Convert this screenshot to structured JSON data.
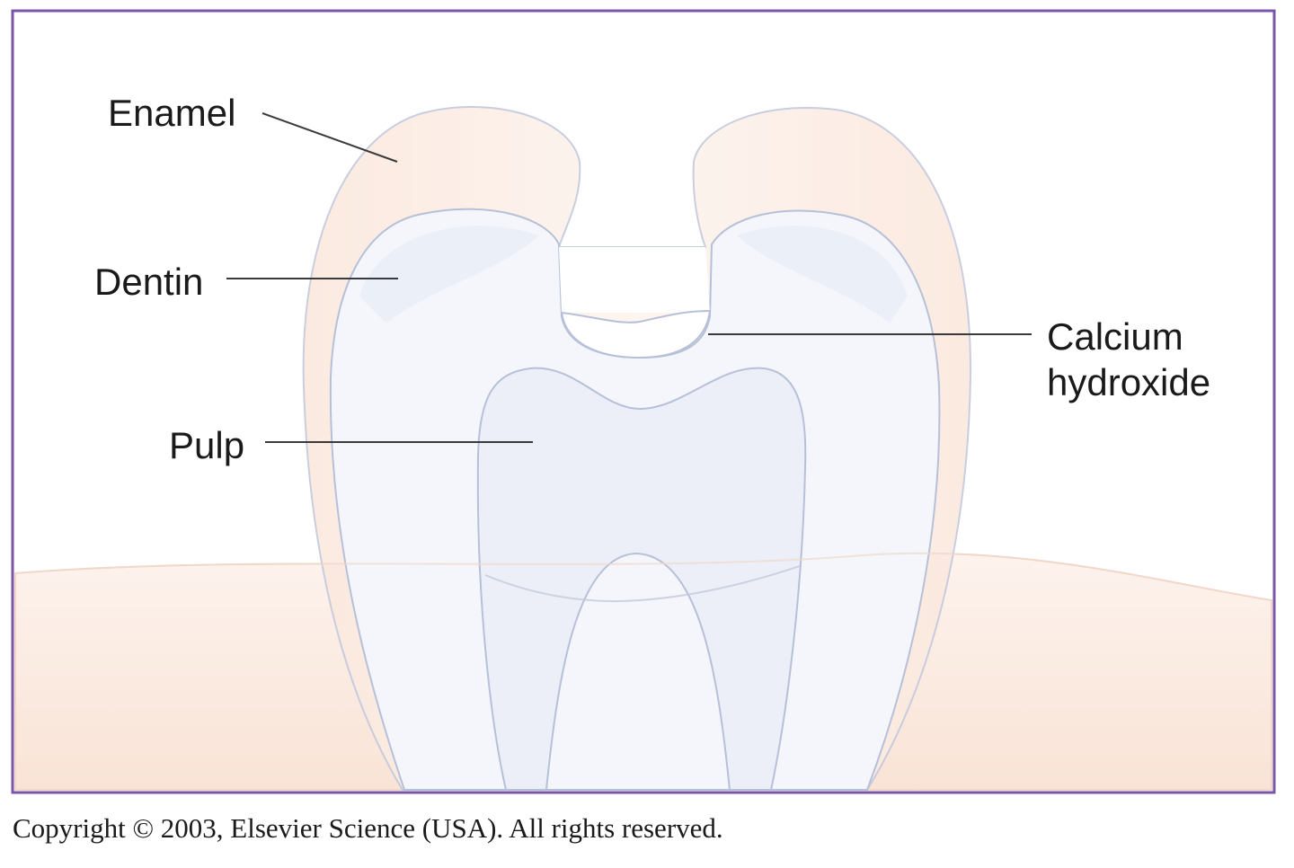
{
  "labels": {
    "enamel": "Enamel",
    "dentin": "Dentin",
    "calcium_hydroxide_line1": "Calcium",
    "calcium_hydroxide_line2": "hydroxide",
    "pulp": "Pulp"
  },
  "copyright": "Copyright © 2003, Elsevier Science (USA).  All rights reserved.",
  "colors": {
    "frame": "#7b56a8",
    "enamel": "#fbeee6",
    "gum": "#fbe9df",
    "dentin": "#eef0f8",
    "pulp": "#e7ebf5",
    "outline": "#b6c0d8",
    "leader": "#3a3a3a"
  }
}
